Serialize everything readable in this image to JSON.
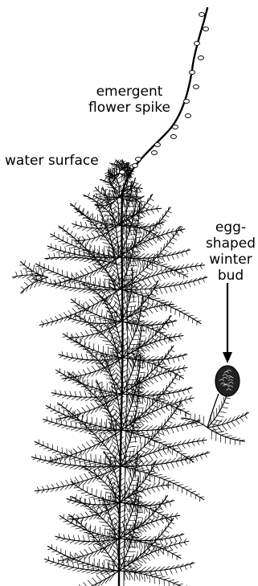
{
  "figure": {
    "labels": {
      "flower_spike": [
        "emergent",
        "flower spike"
      ],
      "water_surface": "water surface",
      "winter_bud": [
        "egg-",
        "shaped",
        "winter",
        "bud"
      ]
    },
    "colors": {
      "ink": "#000000",
      "background": "#ffffff"
    }
  }
}
